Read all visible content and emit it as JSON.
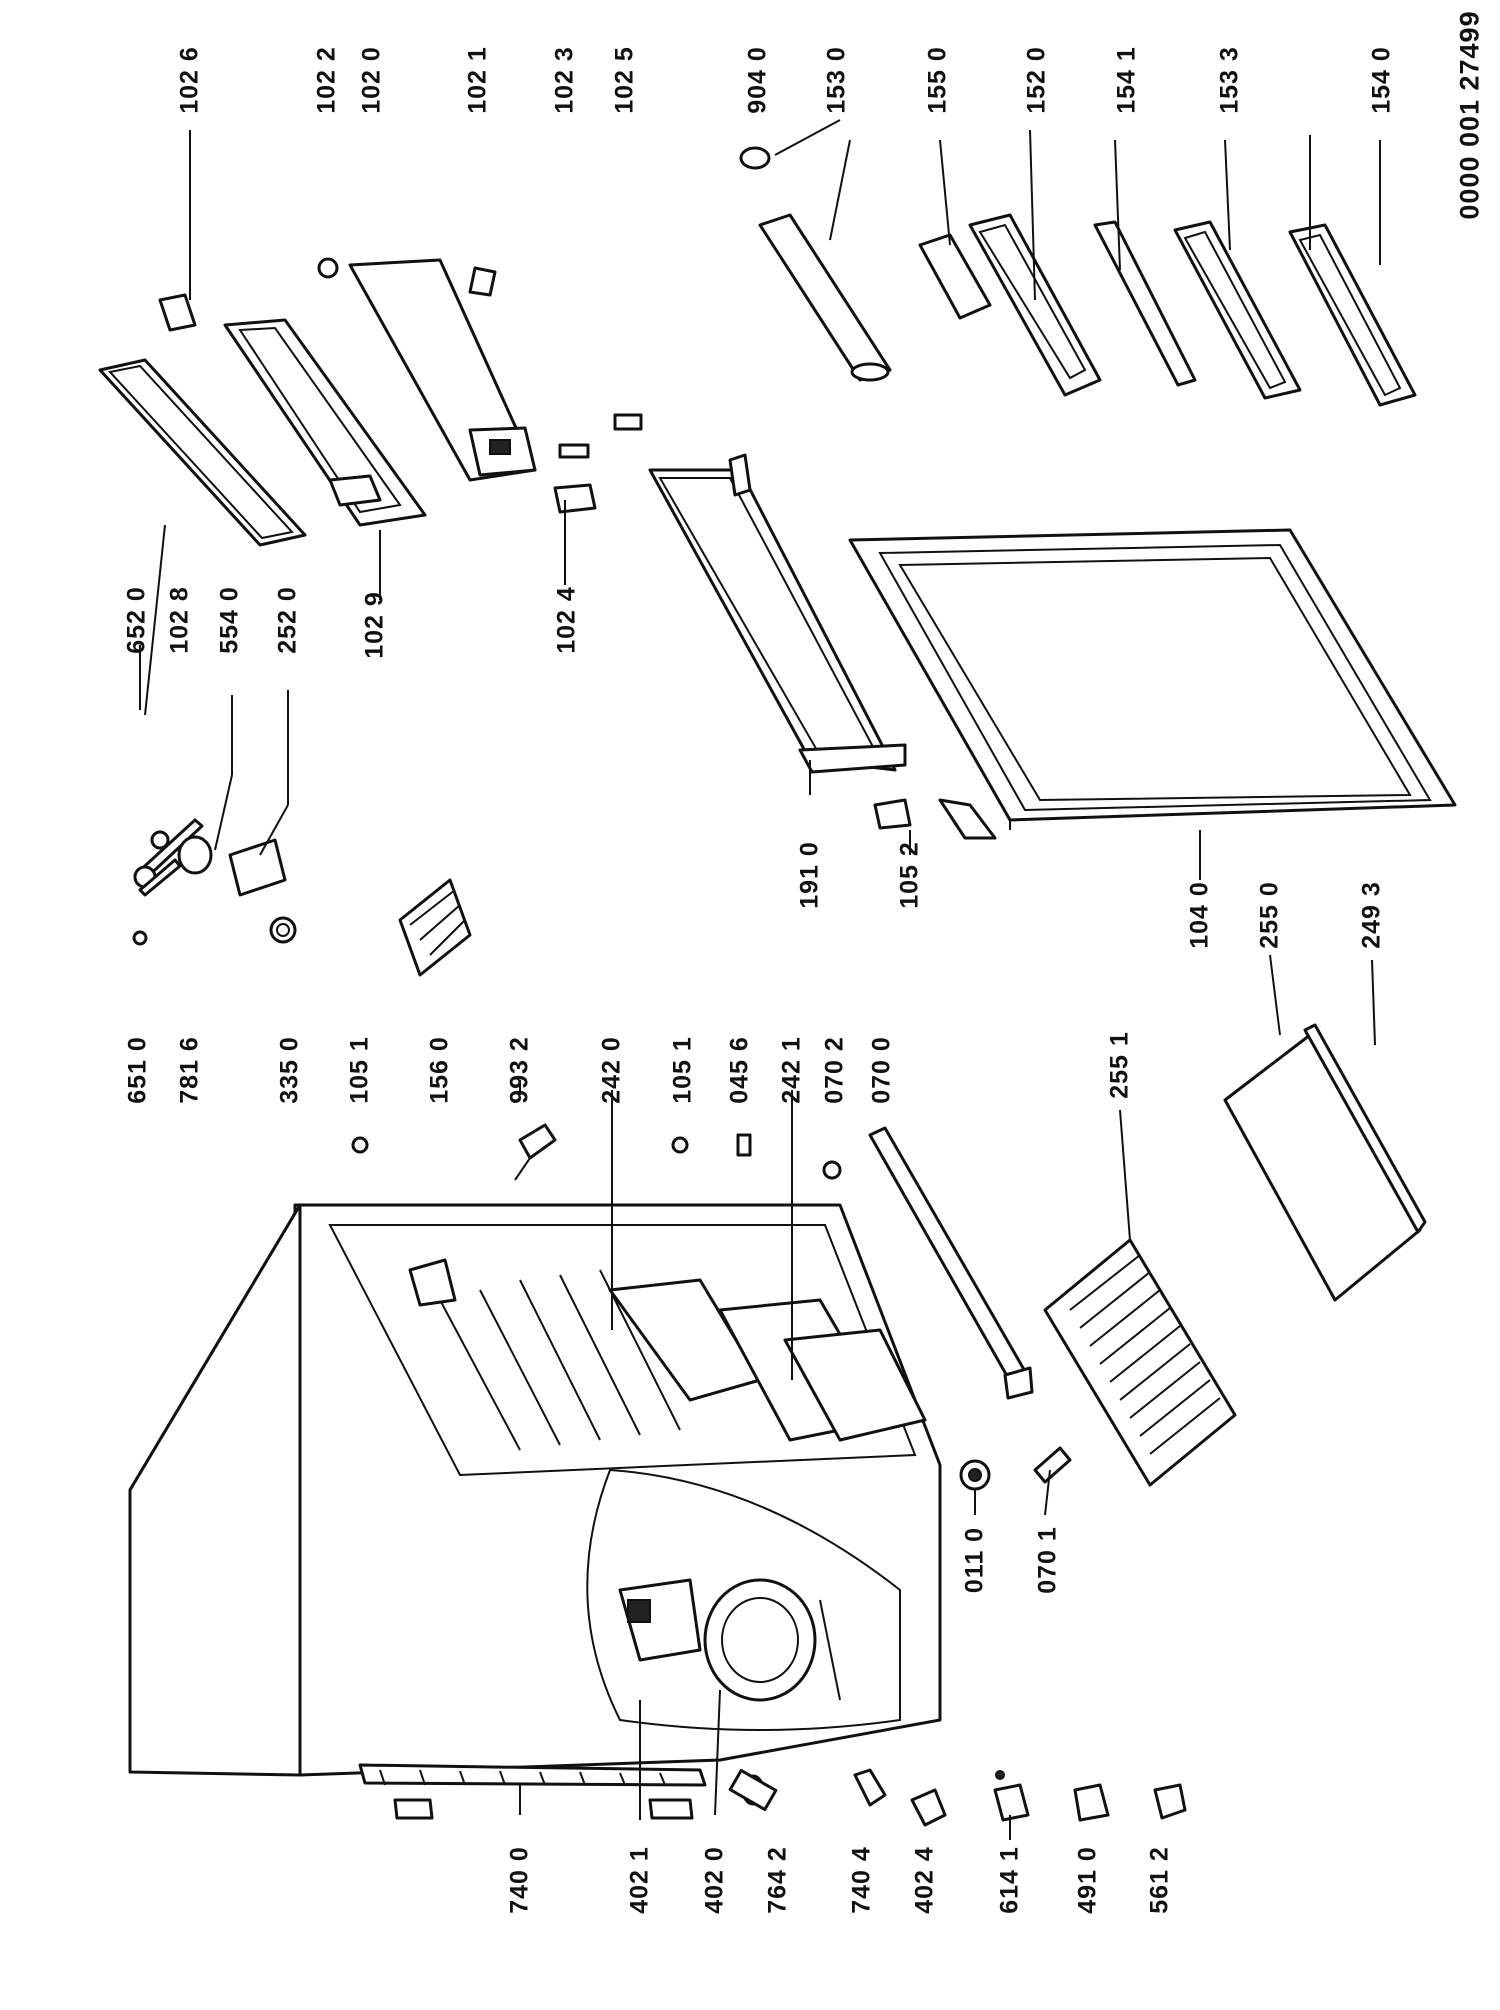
{
  "document_number": "0000 001 27499",
  "labels": {
    "p1026": "102 6",
    "p1022": "102 2",
    "p1020": "102 0",
    "p1021": "102 1",
    "p1023": "102 3",
    "p1025": "102 5",
    "p9040": "904 0",
    "p1530": "153 0",
    "p1550": "155 0",
    "p1520": "152 0",
    "p1541": "154 1",
    "p1533": "153 3",
    "p1540": "154 0",
    "p6520": "652 0",
    "p1028": "102 8",
    "p5540": "554 0",
    "p2520": "252 0",
    "p1029": "102 9",
    "p1024": "102 4",
    "p6510": "651 0",
    "p7816": "781 6",
    "p3350": "335 0",
    "p1051a": "105 1",
    "p1560": "156 0",
    "p9932": "993 2",
    "p2420": "242 0",
    "p1051b": "105 1",
    "p0456": "045 6",
    "p2421": "242 1",
    "p0702": "070 2",
    "p0700": "070 0",
    "p2551": "255 1",
    "p1910": "191 0",
    "p1052": "105 2",
    "p1040": "104 0",
    "p2550": "255 0",
    "p2493": "249 3",
    "p0110": "011 0",
    "p0701": "070 1",
    "p7400": "740 0",
    "p4021": "402 1",
    "p4020": "402 0",
    "p7642": "764 2",
    "p7404": "740 4",
    "p4024": "402 4",
    "p6141": "614 1",
    "p4910": "491 0",
    "p5612": "561 2"
  }
}
